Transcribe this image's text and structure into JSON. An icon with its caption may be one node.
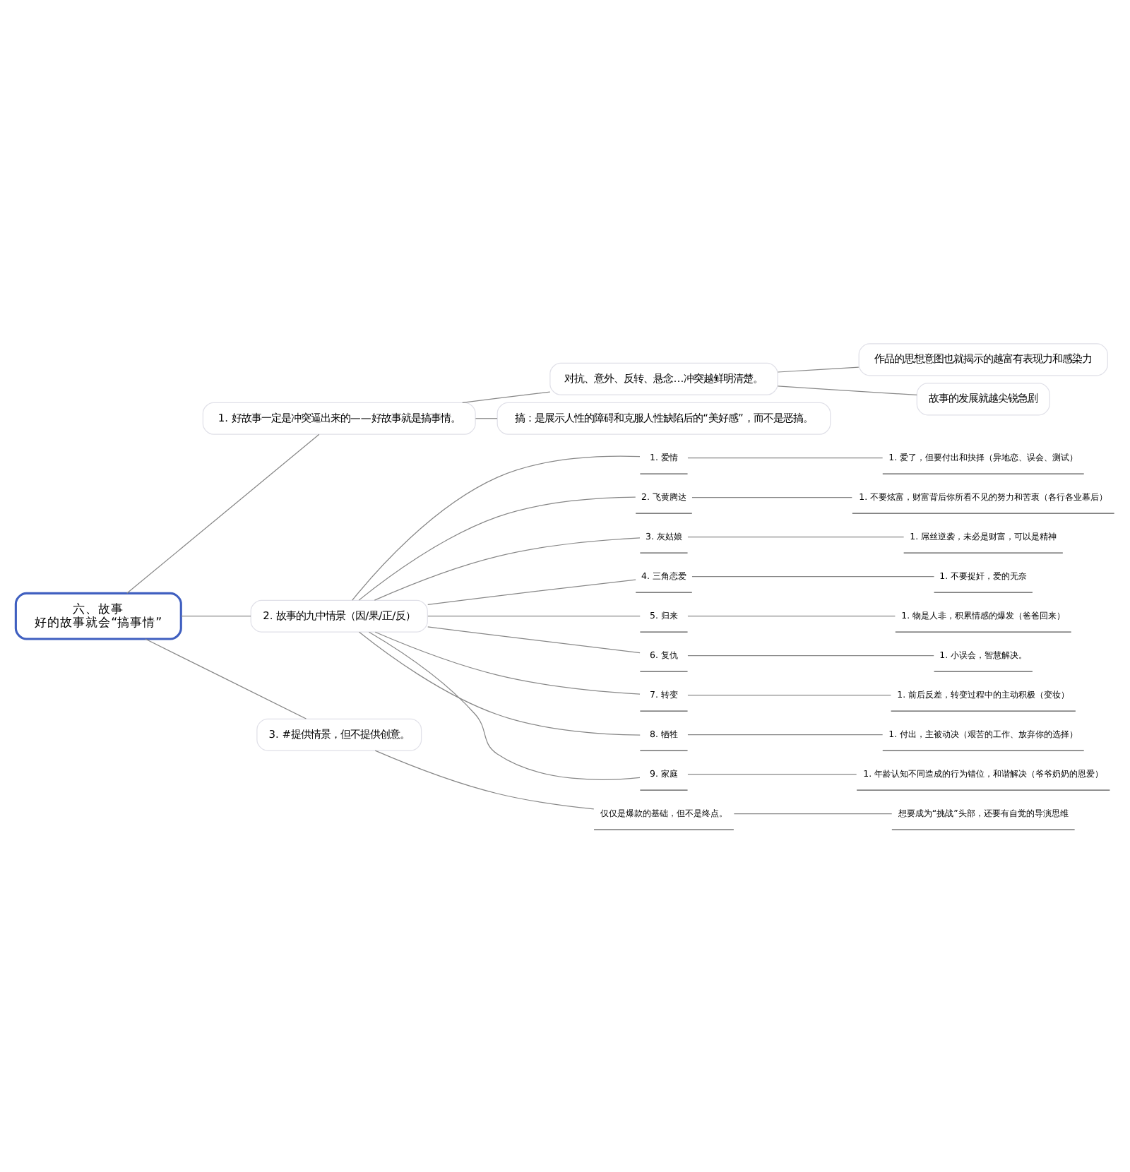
{
  "diagram": {
    "nodes": [
      {
        "text": [
          "六、故事",
          "好的故事就会“搞事情”"
        ]
      },
      {
        "text": [
          "1. 好故事一定是冲突逼出来的——好故事就是搞事情。"
        ]
      },
      {
        "text": [
          "对抗、意外、反转、悬念…冲突越鲜明清楚。"
        ]
      },
      {
        "text": [
          "作品的思想意图也就揭示的越富有表现力和感染力"
        ]
      },
      {
        "text": [
          "故事的发展就越尖锐急剧"
        ]
      },
      {
        "text": [
          "搞：是展示人性的障碍和克服人性缺陷后的“美好感”，而不是恶搞。"
        ]
      },
      {
        "text": [
          "2. 故事的九中情景（因/果/正/反）"
        ]
      },
      {
        "text": [
          "1. 爱情"
        ]
      },
      {
        "text": [
          "1. 爱了，但要付出和抉择（异地恋、误会、测试）"
        ]
      },
      {
        "text": [
          "2. 飞黄腾达"
        ]
      },
      {
        "text": [
          "1. 不要炫富，财富背后你所看不见的努力和苦衷（各行各业幕后）"
        ]
      },
      {
        "text": [
          "3. 灰姑娘"
        ]
      },
      {
        "text": [
          "1. 屌丝逆袭，未必是财富，可以是精神"
        ]
      },
      {
        "text": [
          "4. 三角恋爱"
        ]
      },
      {
        "text": [
          "1. 不要捉奸，爱的无奈"
        ]
      },
      {
        "text": [
          "5. 归来"
        ]
      },
      {
        "text": [
          "1. 物是人非，积累情感的爆发（爸爸回来）"
        ]
      },
      {
        "text": [
          "6. 复仇"
        ]
      },
      {
        "text": [
          "1. 小误会，智慧解决。"
        ]
      },
      {
        "text": [
          "7. 转变"
        ]
      },
      {
        "text": [
          "1. 前后反差，转变过程中的主动积极（变妆）"
        ]
      },
      {
        "text": [
          "8. 牺牲"
        ]
      },
      {
        "text": [
          "1. 付出，主被动决（艰苦的工作、放弃你的选择）"
        ]
      },
      {
        "text": [
          "9. 家庭"
        ]
      },
      {
        "text": [
          "1. 年龄认知不同造成的行为错位，和谐解决（爷爷奶奶的恩爱）"
        ]
      },
      {
        "text": [
          "3. #提供情景，但不提供创意。"
        ]
      },
      {
        "text": [
          "仅仅是爆款的基础，但不是终点。"
        ]
      },
      {
        "text": [
          "想要成为“挑战”头部，还要有自觉的导演思维"
        ]
      }
    ],
    "edges": [
      {
        "from": 0,
        "to": 1,
        "arrow": "none"
      },
      {
        "from": 1,
        "to": 2,
        "arrow": "none"
      },
      {
        "from": 2,
        "to": 3,
        "arrow": "none"
      },
      {
        "from": 2,
        "to": 4,
        "arrow": "none"
      },
      {
        "from": 1,
        "to": 5,
        "arrow": "none"
      },
      {
        "from": 0,
        "to": 6,
        "arrow": "none"
      },
      {
        "from": 6,
        "to": 7,
        "arrow": "none"
      },
      {
        "from": 7,
        "to": 8,
        "arrow": "none"
      },
      {
        "from": 6,
        "to": 9,
        "arrow": "none"
      },
      {
        "from": 9,
        "to": 10,
        "arrow": "none"
      },
      {
        "from": 6,
        "to": 11,
        "arrow": "none"
      },
      {
        "from": 11,
        "to": 12,
        "arrow": "none"
      },
      {
        "from": 6,
        "to": 13,
        "arrow": "none"
      },
      {
        "from": 13,
        "to": 14,
        "arrow": "none"
      },
      {
        "from": 6,
        "to": 15,
        "arrow": "none"
      },
      {
        "from": 15,
        "to": 16,
        "arrow": "none"
      },
      {
        "from": 6,
        "to": 17,
        "arrow": "none"
      },
      {
        "from": 17,
        "to": 18,
        "arrow": "none"
      },
      {
        "from": 6,
        "to": 19,
        "arrow": "none"
      },
      {
        "from": 19,
        "to": 20,
        "arrow": "none"
      },
      {
        "from": 6,
        "to": 21,
        "arrow": "none"
      },
      {
        "from": 21,
        "to": 22,
        "arrow": "none"
      },
      {
        "from": 6,
        "to": 23,
        "arrow": "none"
      },
      {
        "from": 23,
        "to": 24,
        "arrow": "none"
      },
      {
        "from": 0,
        "to": 25,
        "arrow": "none"
      },
      {
        "from": 25,
        "to": 26,
        "arrow": "none"
      },
      {
        "from": 26,
        "to": 27,
        "arrow": "none"
      }
    ]
  }
}
